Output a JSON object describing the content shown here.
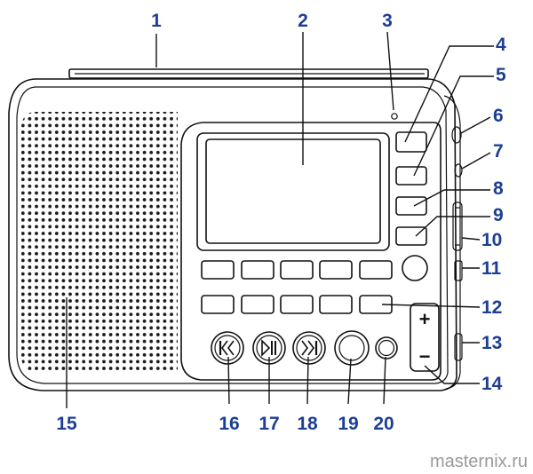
{
  "diagram": {
    "callouts": [
      "1",
      "2",
      "3",
      "4",
      "5",
      "6",
      "7",
      "8",
      "9",
      "10",
      "11",
      "12",
      "13",
      "14",
      "15",
      "16",
      "17",
      "18",
      "19",
      "20"
    ],
    "volume_plus": "+",
    "volume_minus": "−",
    "watermark": "masternix.ru"
  }
}
